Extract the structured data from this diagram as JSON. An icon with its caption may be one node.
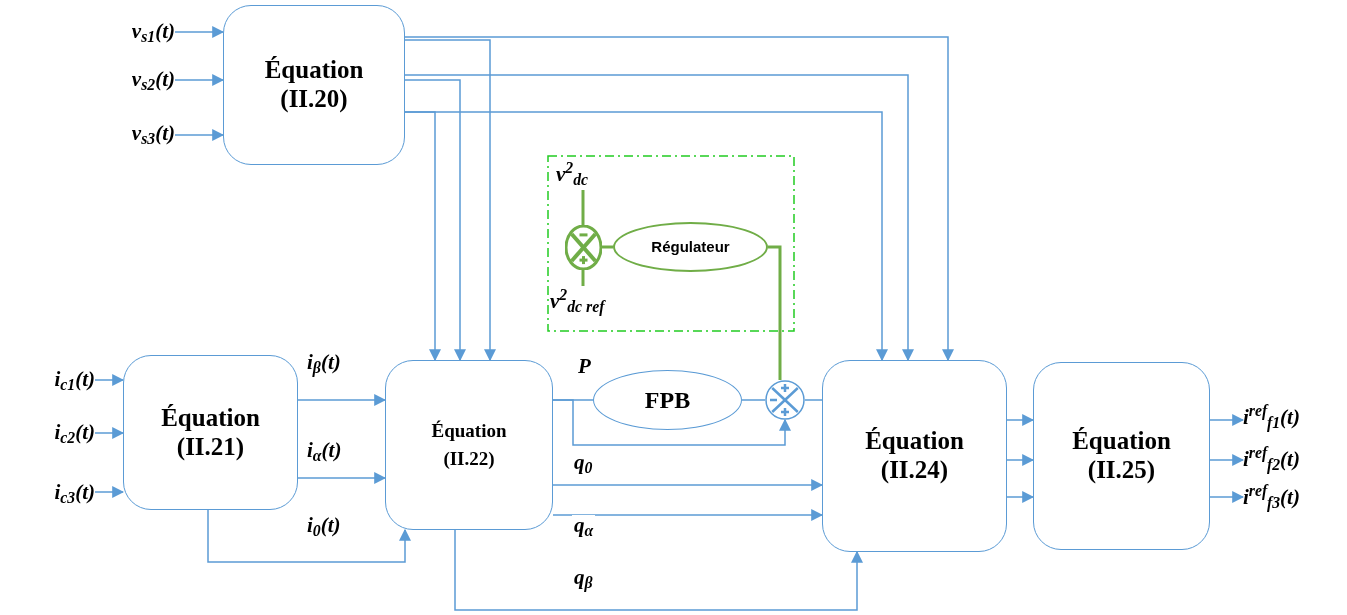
{
  "diagram": {
    "nodes": [
      {
        "text": [
          "v$_{s1}$(t)"
        ]
      },
      {
        "text": [
          "v$_{s2}$(t)"
        ]
      },
      {
        "text": [
          "v$_{s3}$(t)"
        ]
      },
      {
        "text": [
          "Équation (II.20)"
        ]
      },
      {
        "text": [],
        "shape": "box"
      },
      {
        "text": [
          "v$^{2}$$_{dc}$"
        ],
        "in": 4
      },
      {
        "text": [],
        "shape": "circle",
        "in": 4
      },
      {
        "text": [
          "v$^{2}$$_{dc ref}$"
        ],
        "in": 4
      },
      {
        "text": [
          "Régulateur"
        ],
        "in": 4
      },
      {
        "text": [
          "i$_{c1}$(t)"
        ]
      },
      {
        "text": [
          "i$_{c2}$(t)"
        ]
      },
      {
        "text": [
          "i$_{c3}$(t)"
        ]
      },
      {
        "text": [
          "Équation (II.21)"
        ]
      },
      {
        "text": [
          "Équation (II.22)"
        ]
      },
      {
        "text": [
          "FPB"
        ]
      },
      {
        "text": [],
        "shape": "circle"
      },
      {
        "text": [
          "Équation (II.24)"
        ]
      },
      {
        "text": [
          "Équation (II.25)"
        ]
      },
      {
        "text": [
          "i$^{ref}$$_{f1}$(t)"
        ]
      },
      {
        "text": [
          "i$^{ref}$$_{f2}$(t)"
        ]
      },
      {
        "text": [
          "i$^{ref}$$_{f3}$(t)"
        ]
      }
    ],
    "edges": [
      {
        "from": 0,
        "to": 3,
        "arrow": "to"
      },
      {
        "from": 1,
        "to": 3,
        "arrow": "to"
      },
      {
        "from": 2,
        "to": 3,
        "arrow": "to"
      },
      {
        "from": 3,
        "to": 13,
        "arrow": "to"
      },
      {
        "from": 3,
        "to": 13,
        "arrow": "to"
      },
      {
        "from": 3,
        "to": 13,
        "arrow": "to"
      },
      {
        "from": 3,
        "to": 16,
        "arrow": "to"
      },
      {
        "from": 3,
        "to": 16,
        "arrow": "to"
      },
      {
        "from": 3,
        "to": 16,
        "arrow": "to"
      },
      {
        "from": 5,
        "to": 6,
        "arrow": "none",
        "color": "#70ad47"
      },
      {
        "from": 7,
        "to": 6,
        "arrow": "none",
        "color": "#70ad47"
      },
      {
        "from": 6,
        "to": 8,
        "arrow": "none",
        "color": "#70ad47"
      },
      {
        "from": 8,
        "to": 15,
        "arrow": "none",
        "color": "#70ad47"
      },
      {
        "from": 9,
        "to": 12,
        "arrow": "to"
      },
      {
        "from": 10,
        "to": 12,
        "arrow": "to"
      },
      {
        "from": 11,
        "to": 12,
        "arrow": "to"
      },
      {
        "from": 12,
        "to": 13,
        "arrow": "to",
        "label": "i$_{β}$(t)"
      },
      {
        "from": 12,
        "to": 13,
        "arrow": "to",
        "label": "i$_{α}$(t)"
      },
      {
        "from": 12,
        "to": 13,
        "arrow": "to",
        "label": "i$_{0}$(t)"
      },
      {
        "from": 13,
        "to": 14,
        "arrow": "none",
        "label": "P"
      },
      {
        "from": 13,
        "to": 15,
        "arrow": "to"
      },
      {
        "from": 14,
        "to": 15,
        "arrow": "none"
      },
      {
        "from": 15,
        "to": 16,
        "arrow": "none"
      },
      {
        "from": 13,
        "to": 16,
        "arrow": "to",
        "label": "q$_{0}$"
      },
      {
        "from": 13,
        "to": 16,
        "arrow": "to",
        "label": "q$_{α}$"
      },
      {
        "from": 13,
        "to": 16,
        "arrow": "to",
        "label": "q$_{β}$"
      },
      {
        "from": 16,
        "to": 17,
        "arrow": "to"
      },
      {
        "from": 16,
        "to": 17,
        "arrow": "to"
      },
      {
        "from": 16,
        "to": 17,
        "arrow": "to"
      },
      {
        "from": 17,
        "to": 18,
        "arrow": "to"
      },
      {
        "from": 17,
        "to": 19,
        "arrow": "to"
      },
      {
        "from": 17,
        "to": 20,
        "arrow": "to"
      }
    ]
  }
}
